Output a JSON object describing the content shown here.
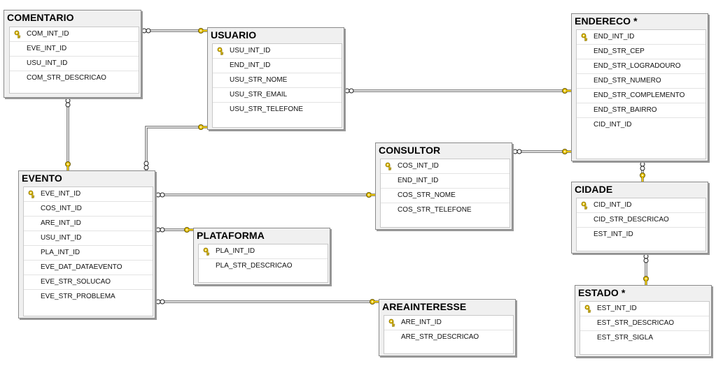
{
  "diagram": {
    "tables": {
      "comentario": {
        "title": "COMENTARIO",
        "fields": [
          {
            "name": "COM_INT_ID",
            "pk": true
          },
          {
            "name": "EVE_INT_ID",
            "pk": false
          },
          {
            "name": "USU_INT_ID",
            "pk": false
          },
          {
            "name": "COM_STR_DESCRICAO",
            "pk": false
          }
        ]
      },
      "usuario": {
        "title": "USUARIO",
        "fields": [
          {
            "name": "USU_INT_ID",
            "pk": true
          },
          {
            "name": "END_INT_ID",
            "pk": false
          },
          {
            "name": "USU_STR_NOME",
            "pk": false
          },
          {
            "name": "USU_STR_EMAIL",
            "pk": false
          },
          {
            "name": "USU_STR_TELEFONE",
            "pk": false
          }
        ]
      },
      "endereco": {
        "title": "ENDERECO *",
        "fields": [
          {
            "name": "END_INT_ID",
            "pk": true
          },
          {
            "name": "END_STR_CEP",
            "pk": false
          },
          {
            "name": "END_STR_LOGRADOURO",
            "pk": false
          },
          {
            "name": "END_STR_NUMERO",
            "pk": false
          },
          {
            "name": "END_STR_COMPLEMENTO",
            "pk": false
          },
          {
            "name": "END_STR_BAIRRO",
            "pk": false
          },
          {
            "name": "CID_INT_ID",
            "pk": false
          }
        ]
      },
      "consultor": {
        "title": "CONSULTOR",
        "fields": [
          {
            "name": "COS_INT_ID",
            "pk": true
          },
          {
            "name": "END_INT_ID",
            "pk": false
          },
          {
            "name": "COS_STR_NOME",
            "pk": false
          },
          {
            "name": "COS_STR_TELEFONE",
            "pk": false
          }
        ]
      },
      "evento": {
        "title": "EVENTO",
        "fields": [
          {
            "name": "EVE_INT_ID",
            "pk": true
          },
          {
            "name": "COS_INT_ID",
            "pk": false
          },
          {
            "name": "ARE_INT_ID",
            "pk": false
          },
          {
            "name": "USU_INT_ID",
            "pk": false
          },
          {
            "name": "PLA_INT_ID",
            "pk": false
          },
          {
            "name": "EVE_DAT_DATAEVENTO",
            "pk": false
          },
          {
            "name": "EVE_STR_SOLUCAO",
            "pk": false
          },
          {
            "name": "EVE_STR_PROBLEMA",
            "pk": false
          }
        ]
      },
      "plataforma": {
        "title": "PLATAFORMA",
        "fields": [
          {
            "name": "PLA_INT_ID",
            "pk": true
          },
          {
            "name": "PLA_STR_DESCRICAO",
            "pk": false
          }
        ]
      },
      "cidade": {
        "title": "CIDADE",
        "fields": [
          {
            "name": "CID_INT_ID",
            "pk": true
          },
          {
            "name": "CID_STR_DESCRICAO",
            "pk": false
          },
          {
            "name": "EST_INT_ID",
            "pk": false
          }
        ]
      },
      "areainteresse": {
        "title": "AREAINTERESSE",
        "fields": [
          {
            "name": "ARE_INT_ID",
            "pk": true
          },
          {
            "name": "ARE_STR_DESCRICAO",
            "pk": false
          }
        ]
      },
      "estado": {
        "title": "ESTADO *",
        "fields": [
          {
            "name": "EST_INT_ID",
            "pk": true
          },
          {
            "name": "EST_STR_DESCRICAO",
            "pk": false
          },
          {
            "name": "EST_STR_SIGLA",
            "pk": false
          }
        ]
      }
    },
    "relationships": [
      {
        "from": "comentario",
        "to": "usuario"
      },
      {
        "from": "comentario",
        "to": "evento"
      },
      {
        "from": "evento",
        "to": "usuario"
      },
      {
        "from": "usuario",
        "to": "endereco"
      },
      {
        "from": "consultor",
        "to": "endereco"
      },
      {
        "from": "evento",
        "to": "consultor"
      },
      {
        "from": "evento",
        "to": "plataforma"
      },
      {
        "from": "evento",
        "to": "areainteresse"
      },
      {
        "from": "endereco",
        "to": "cidade"
      },
      {
        "from": "cidade",
        "to": "estado"
      }
    ],
    "colors": {
      "key": "#e8c40a",
      "line": "#606060"
    },
    "icons": {
      "primary_key": "key-icon",
      "many_end": "infinity-icon",
      "one_end": "key-icon"
    }
  }
}
